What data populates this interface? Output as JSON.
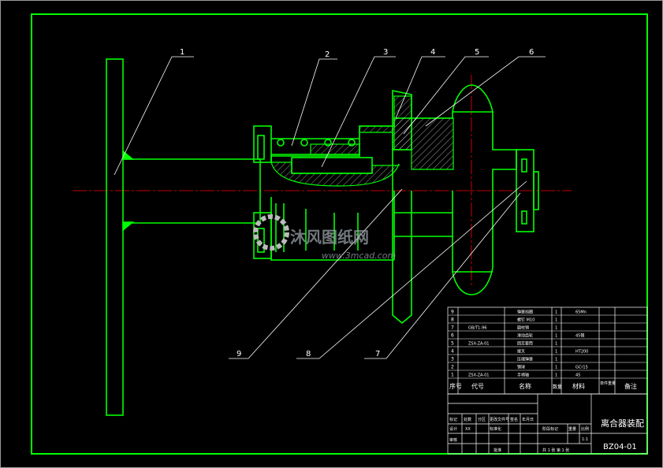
{
  "leaders": [
    "1",
    "2",
    "3",
    "4",
    "5",
    "6",
    "7",
    "8",
    "9"
  ],
  "parts": [
    {
      "no": "9",
      "code": "",
      "name": "弹簧挡圈",
      "qty": "1",
      "material": "65Mn"
    },
    {
      "no": "8",
      "code": "",
      "name": "螺钉 M10",
      "qty": "1",
      "material": ""
    },
    {
      "no": "7",
      "code": "GB/T1-96",
      "name": "圆柱销",
      "qty": "1",
      "material": ""
    },
    {
      "no": "6",
      "code": "",
      "name": "滑动齿轮",
      "qty": "1",
      "material": "45钢"
    },
    {
      "no": "5",
      "code": "ZSX-ZA-01",
      "name": "固定套筒",
      "qty": "1",
      "material": ""
    },
    {
      "no": "4",
      "code": "",
      "name": "拨叉",
      "qty": "1",
      "material": "HT200"
    },
    {
      "no": "3",
      "code": "",
      "name": "压缩弹簧",
      "qty": "1",
      "material": ""
    },
    {
      "no": "2",
      "code": "",
      "name": "钢球",
      "qty": "1",
      "material": "GCr15"
    },
    {
      "no": "1",
      "code": "ZSX-ZA-01",
      "name": "手柄轴",
      "qty": "1",
      "material": "45"
    }
  ],
  "bom_header": {
    "no": "序号",
    "code": "代号",
    "name": "名称",
    "qty": "数量",
    "material": "材料",
    "unit_weight": "单件重量",
    "remark": "备注"
  },
  "title_block": {
    "title": "离合器装配",
    "drawing_no": "BZ04-01",
    "rev_cols": [
      "标记",
      "处数",
      "分区",
      "更改文件号",
      "签名",
      "年月日"
    ],
    "design_label": "设计",
    "designer": "XX",
    "standardize_label": "标准化",
    "stage_label": "阶段标记",
    "weight_label": "重量",
    "scale_label": "比例",
    "scale": "1:1",
    "check_label": "审核",
    "approve_label": "批准",
    "sheets_label": "共 1 张  第 1 张"
  },
  "watermark": {
    "brand": "沐风图纸网",
    "url": "www.3mcad.com"
  },
  "colors": {
    "frame": "#00ff00",
    "geometry": "#00ff00",
    "centerline": "#ff0000",
    "text": "#ffffff",
    "hatch": "#ffffff"
  }
}
